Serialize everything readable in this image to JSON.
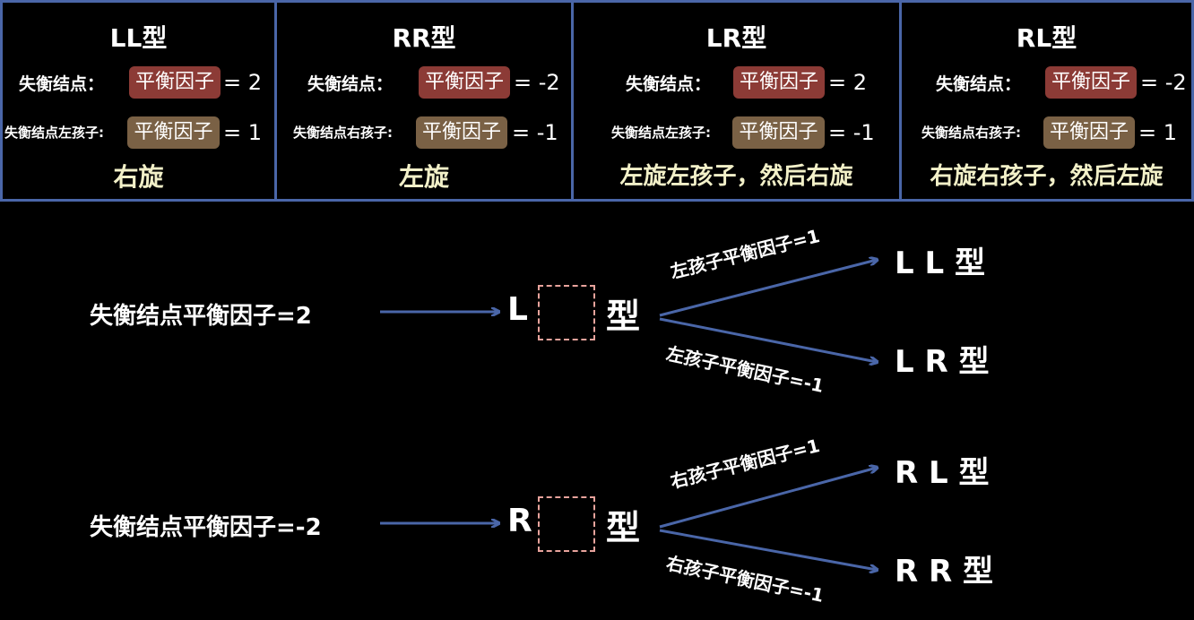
{
  "table": {
    "columns": [
      {
        "title": "LL型",
        "row1_label": "失衡结点：",
        "row1_tag": "平衡因子",
        "row1_value": "= 2",
        "row2_label": "失衡结点左孩子:",
        "row2_tag": "平衡因子",
        "row2_value": "= 1",
        "rotation": "右旋"
      },
      {
        "title": "RR型",
        "row1_label": "失衡结点：",
        "row1_tag": "平衡因子",
        "row1_value": "= -2",
        "row2_label": "失衡结点右孩子:",
        "row2_tag": "平衡因子",
        "row2_value": "= -1",
        "rotation": "左旋"
      },
      {
        "title": "LR型",
        "row1_label": "失衡结点：",
        "row1_tag": "平衡因子",
        "row1_value": "= 2",
        "row2_label": "失衡结点左孩子:",
        "row2_tag": "平衡因子",
        "row2_value": "= -1",
        "rotation": "左旋左孩子，然后右旋"
      },
      {
        "title": "RL型",
        "row1_label": "失衡结点：",
        "row1_tag": "平衡因子",
        "row1_value": "= -2",
        "row2_label": "失衡结点右孩子:",
        "row2_tag": "平衡因子",
        "row2_value": "= 1",
        "rotation": "右旋右孩子，然后左旋"
      }
    ]
  },
  "flows": [
    {
      "condition": "失衡结点平衡因子=2",
      "prefix": "L",
      "suffix": "型",
      "upper_branch_label": "左孩子平衡因子=1",
      "upper_result": "L L 型",
      "lower_branch_label": "左孩子平衡因子=-1",
      "lower_result": "L R 型"
    },
    {
      "condition": "失衡结点平衡因子=-2",
      "prefix": "R",
      "suffix": "型",
      "upper_branch_label": "右孩子平衡因子=1",
      "upper_result": "R L 型",
      "lower_branch_label": "右孩子平衡因子=-1",
      "lower_result": "R R 型"
    }
  ],
  "colors": {
    "grid_line": "#4a66a8",
    "arrow": "#4a66a8",
    "tag_red": "#8c3b36",
    "tag_brown": "#7a6145",
    "rotation_text": "#f2f0c8",
    "dashed_box": "#e8a39c"
  }
}
